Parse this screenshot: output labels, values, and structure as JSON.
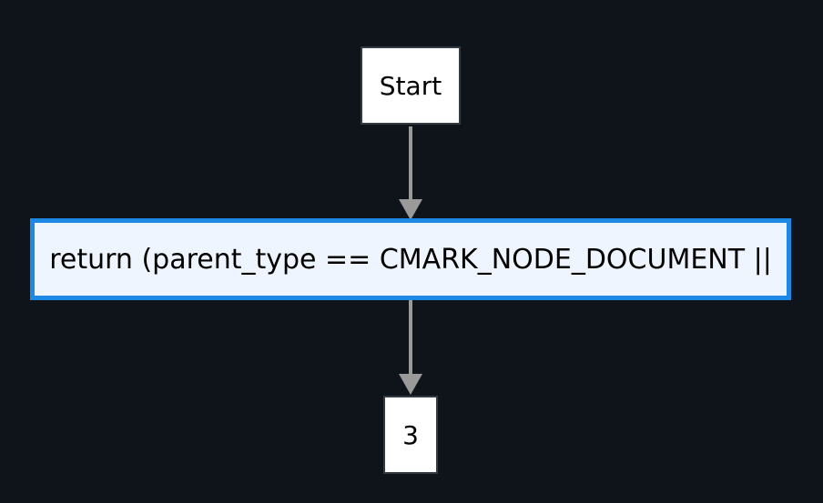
{
  "diagram": {
    "nodes": {
      "start": {
        "label": "Start"
      },
      "return": {
        "label": "return (parent_type == CMARK_NODE_DOCUMENT ||"
      },
      "end": {
        "label": "3"
      }
    },
    "edges": [
      {
        "from": "start",
        "to": "return"
      },
      {
        "from": "return",
        "to": "end"
      }
    ],
    "colors": {
      "background": "#0f141b",
      "node_fill": "#ffffff",
      "highlight_fill": "#eef5fe",
      "highlight_border": "#1e88e5",
      "edge": "#9a9a9a"
    }
  }
}
